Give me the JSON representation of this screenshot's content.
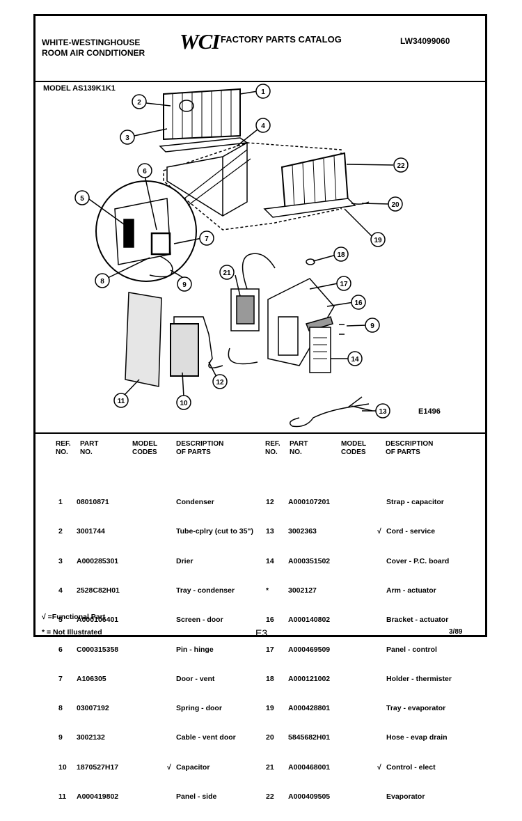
{
  "header": {
    "brand_line1": "WHITE-WESTINGHOUSE",
    "brand_line2": "ROOM AIR CONDITIONER",
    "logo": "WCI",
    "catalog_title": "FACTORY PARTS CATALOG",
    "catalog_number": "LW34099060"
  },
  "model_label": "MODEL AS139K1K1",
  "diagram_code": "E1496",
  "callouts": [
    "1",
    "2",
    "3",
    "4",
    "5",
    "6",
    "7",
    "8",
    "9",
    "9",
    "10",
    "11",
    "12",
    "13",
    "14",
    "16",
    "17",
    "18",
    "19",
    "20",
    "21",
    "22"
  ],
  "columns": {
    "ref": "REF.\nNO.",
    "part": "PART\nNO.",
    "model": "MODEL\nCODES",
    "desc": "DESCRIPTION\nOF PARTS"
  },
  "parts_left": [
    {
      "ref": "1",
      "part": "08010871",
      "mark": "",
      "desc": "Condenser"
    },
    {
      "ref": "2",
      "part": "3001744",
      "mark": "",
      "desc": "Tube-cplry (cut to 35\")"
    },
    {
      "ref": "3",
      "part": "A000285301",
      "mark": "",
      "desc": "Drier"
    },
    {
      "ref": "4",
      "part": "2528C82H01",
      "mark": "",
      "desc": "Tray - condenser"
    },
    {
      "ref": "5",
      "part": "A000106401",
      "mark": "",
      "desc": "Screen - door"
    },
    {
      "ref": "6",
      "part": "C000315358",
      "mark": "",
      "desc": "Pin - hinge"
    },
    {
      "ref": "7",
      "part": "A106305",
      "mark": "",
      "desc": "Door - vent"
    },
    {
      "ref": "8",
      "part": "03007192",
      "mark": "",
      "desc": "Spring - door"
    },
    {
      "ref": "9",
      "part": "3002132",
      "mark": "",
      "desc": "Cable - vent door"
    },
    {
      "ref": "10",
      "part": "1870527H17",
      "mark": "√",
      "desc": "Capacitor"
    },
    {
      "ref": "11",
      "part": "A000419802",
      "mark": "",
      "desc": "Panel - side"
    }
  ],
  "parts_right": [
    {
      "ref": "12",
      "part": "A000107201",
      "mark": "",
      "desc": "Strap - capacitor"
    },
    {
      "ref": "13",
      "part": "3002363",
      "mark": "√",
      "desc": "Cord - service"
    },
    {
      "ref": "14",
      "part": "A000351502",
      "mark": "",
      "desc": "Cover - P.C. board"
    },
    {
      "ref": "*",
      "part": "3002127",
      "mark": "",
      "desc": "Arm - actuator"
    },
    {
      "ref": "16",
      "part": "A000140802",
      "mark": "",
      "desc": "Bracket - actuator"
    },
    {
      "ref": "17",
      "part": "A000469509",
      "mark": "",
      "desc": "Panel - control"
    },
    {
      "ref": "18",
      "part": "A000121002",
      "mark": "",
      "desc": "Holder - thermister"
    },
    {
      "ref": "19",
      "part": "A000428801",
      "mark": "",
      "desc": "Tray - evaporator"
    },
    {
      "ref": "20",
      "part": "5845682H01",
      "mark": "",
      "desc": "Hose - evap drain"
    },
    {
      "ref": "21",
      "part": "A000468001",
      "mark": "√",
      "desc": "Control - elect"
    },
    {
      "ref": "22",
      "part": "A000409505",
      "mark": "",
      "desc": "Evaporator"
    }
  ],
  "footer": {
    "functional_note": "√ =Functional Part",
    "not_illustrated_note": "* = Not Illustrated",
    "page": "E3",
    "date": "3/89"
  }
}
